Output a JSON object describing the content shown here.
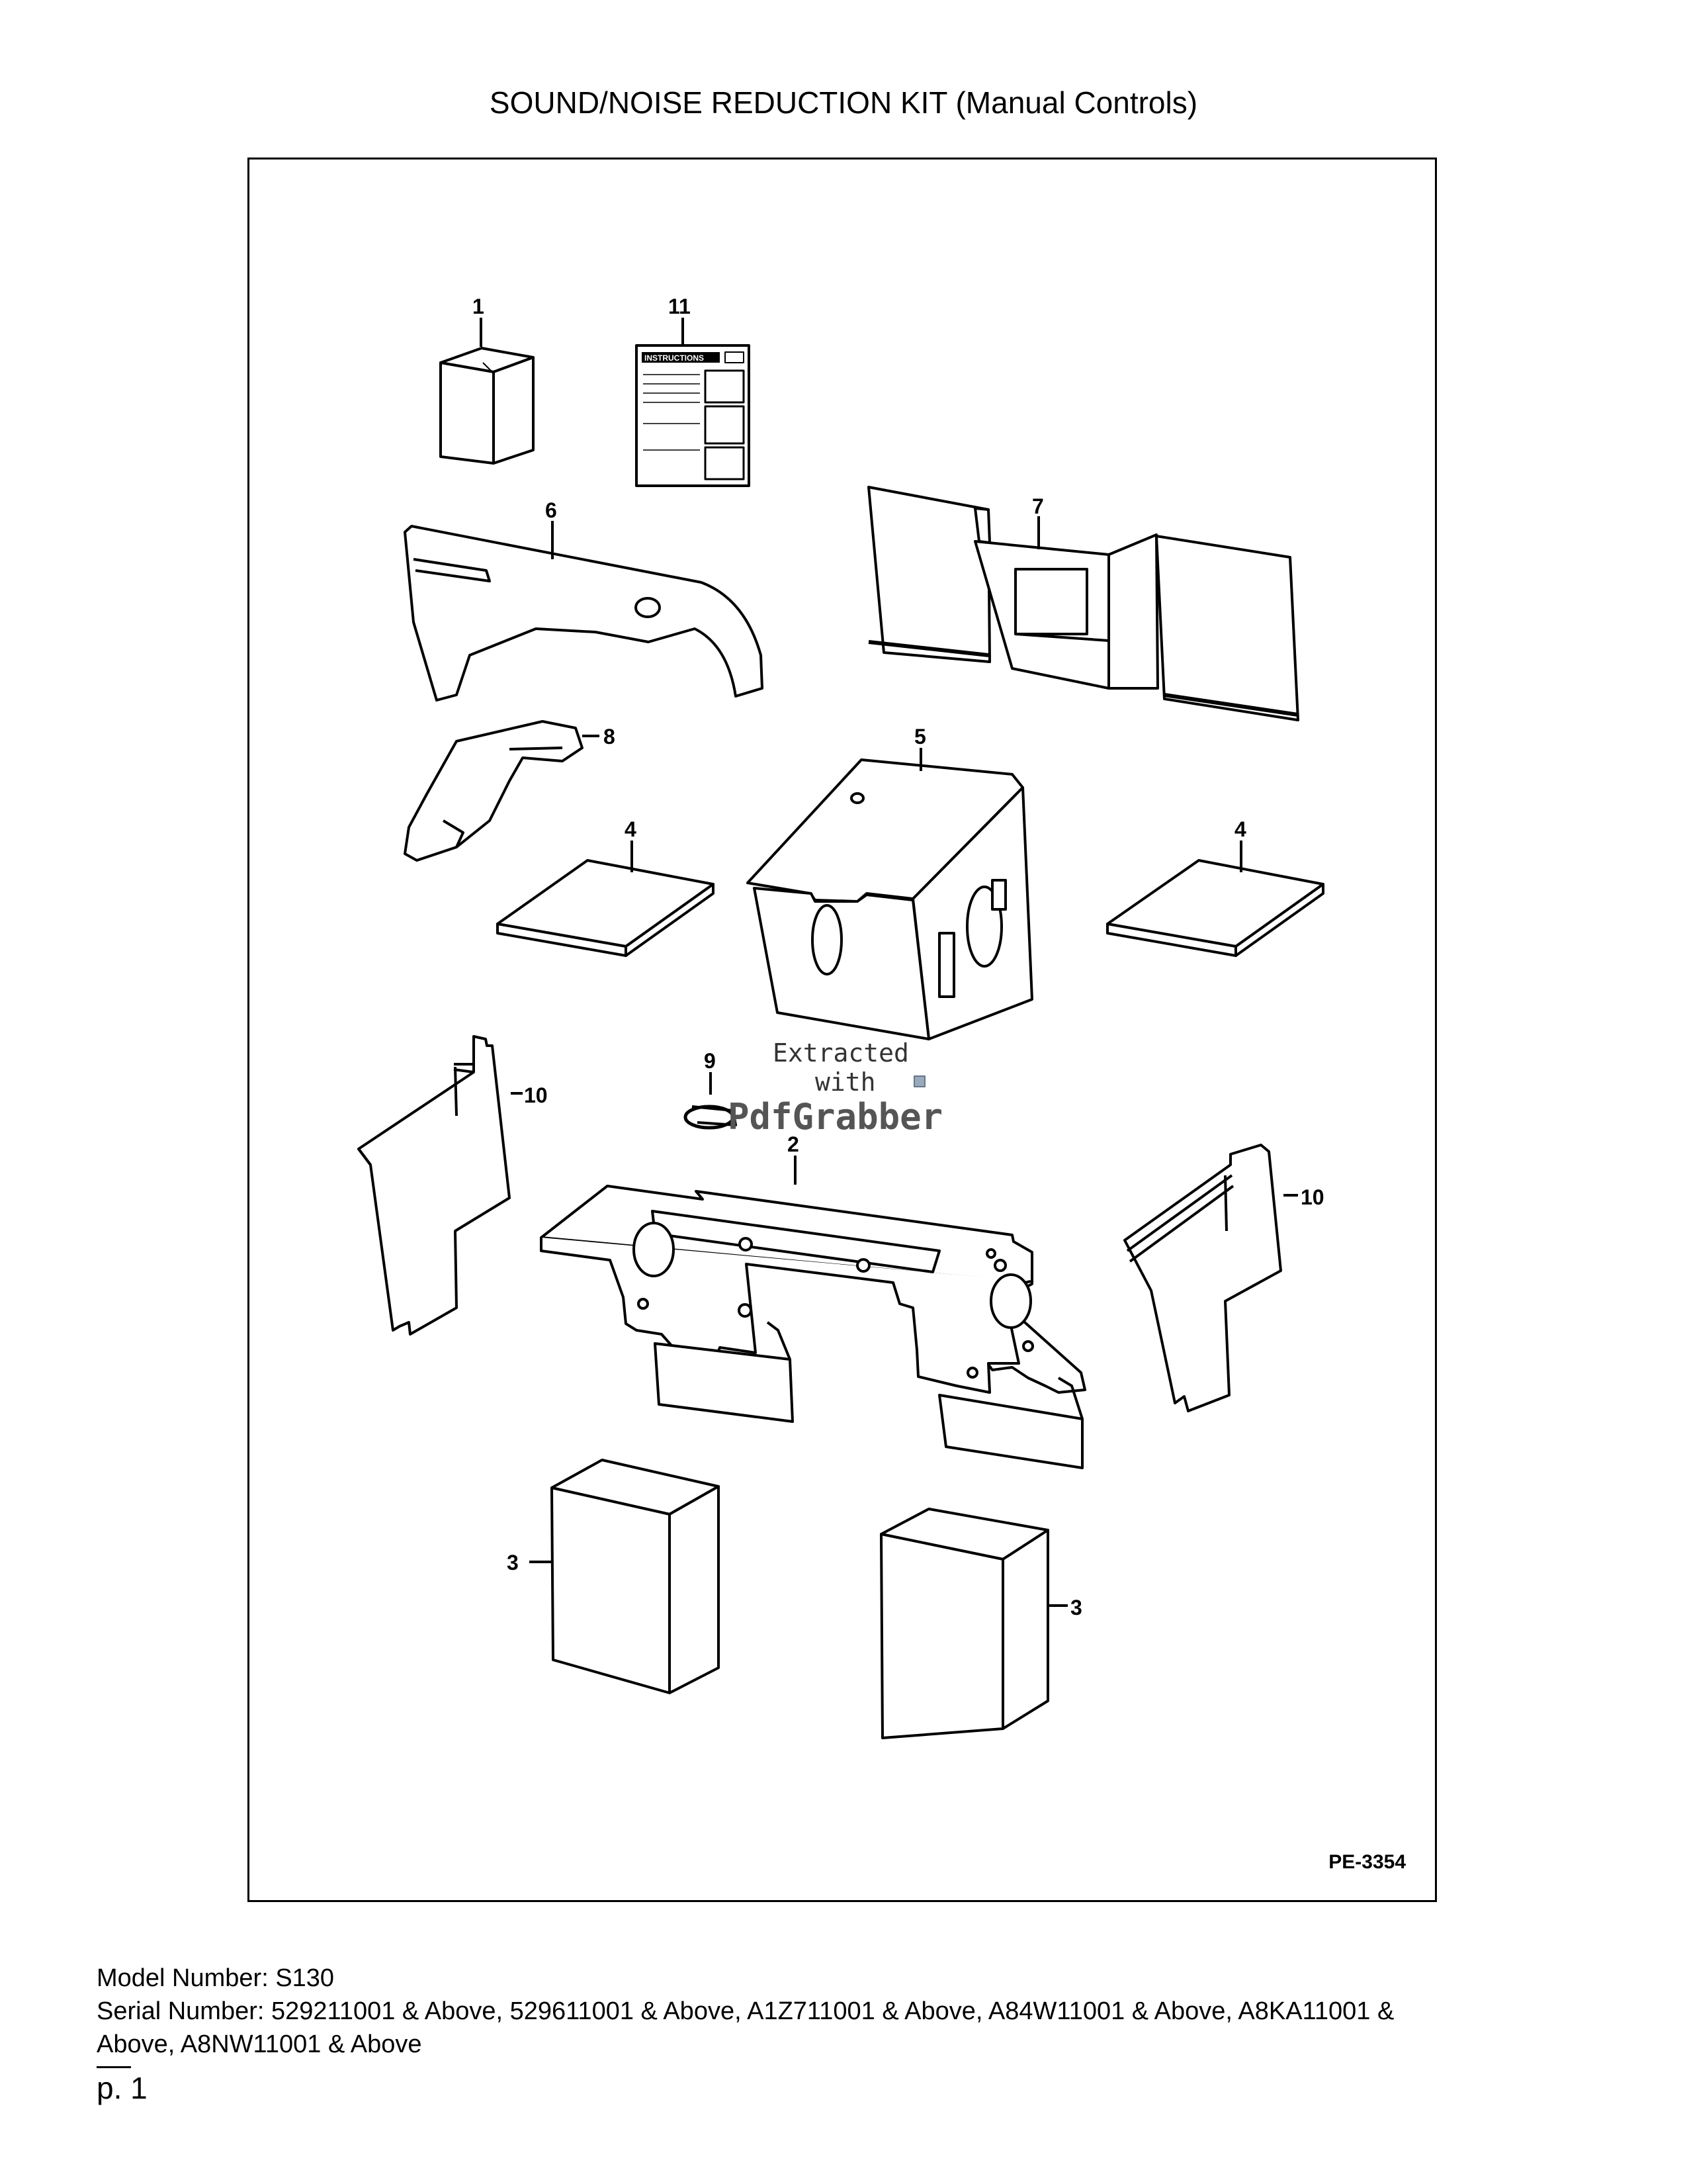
{
  "page": {
    "title": "SOUND/NOISE REDUCTION KIT (Manual Controls)"
  },
  "diagram": {
    "figure_id": "PE-3354",
    "instructions_text": "INSTRUCTIONS",
    "callouts": {
      "c1": "1",
      "c11": "11",
      "c6": "6",
      "c7": "7",
      "c8": "8",
      "c5": "5",
      "c4a": "4",
      "c4b": "4",
      "c9": "9",
      "c10a": "10",
      "c10b": "10",
      "c2": "2",
      "c3a": "3",
      "c3b": "3"
    },
    "watermark": {
      "line1": "Extracted",
      "line2": "with",
      "line3": "PdfGrabber"
    }
  },
  "footer": {
    "model_line": "Model Number: S130",
    "serial_line1": "Serial Number: 529211001 & Above, 529611001 & Above, A1Z711001 & Above, A84W11001 & Above, A8KA11001 &",
    "serial_line2": "Above, A8NW11001 & Above",
    "page_number": "p. 1"
  }
}
